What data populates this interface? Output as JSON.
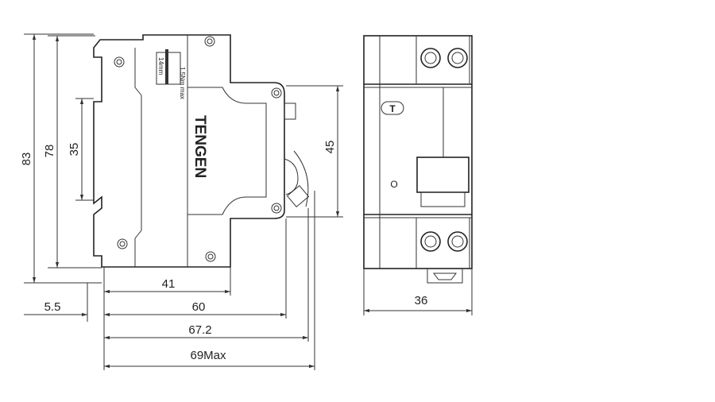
{
  "side_view": {
    "brand": "TENGEN",
    "strip_length": "14mm",
    "torque": "1.5Nm max"
  },
  "front_view": {
    "test_button": "T",
    "off_mark": "O"
  },
  "dimensions": {
    "height_total": "83",
    "height_body": "78",
    "rail_width": "35",
    "front_height": "45",
    "depth_body": "41",
    "depth_front": "60",
    "rail_offset": "5.5",
    "depth_toggle": "67.2",
    "depth_max": "69Max",
    "width": "36"
  }
}
